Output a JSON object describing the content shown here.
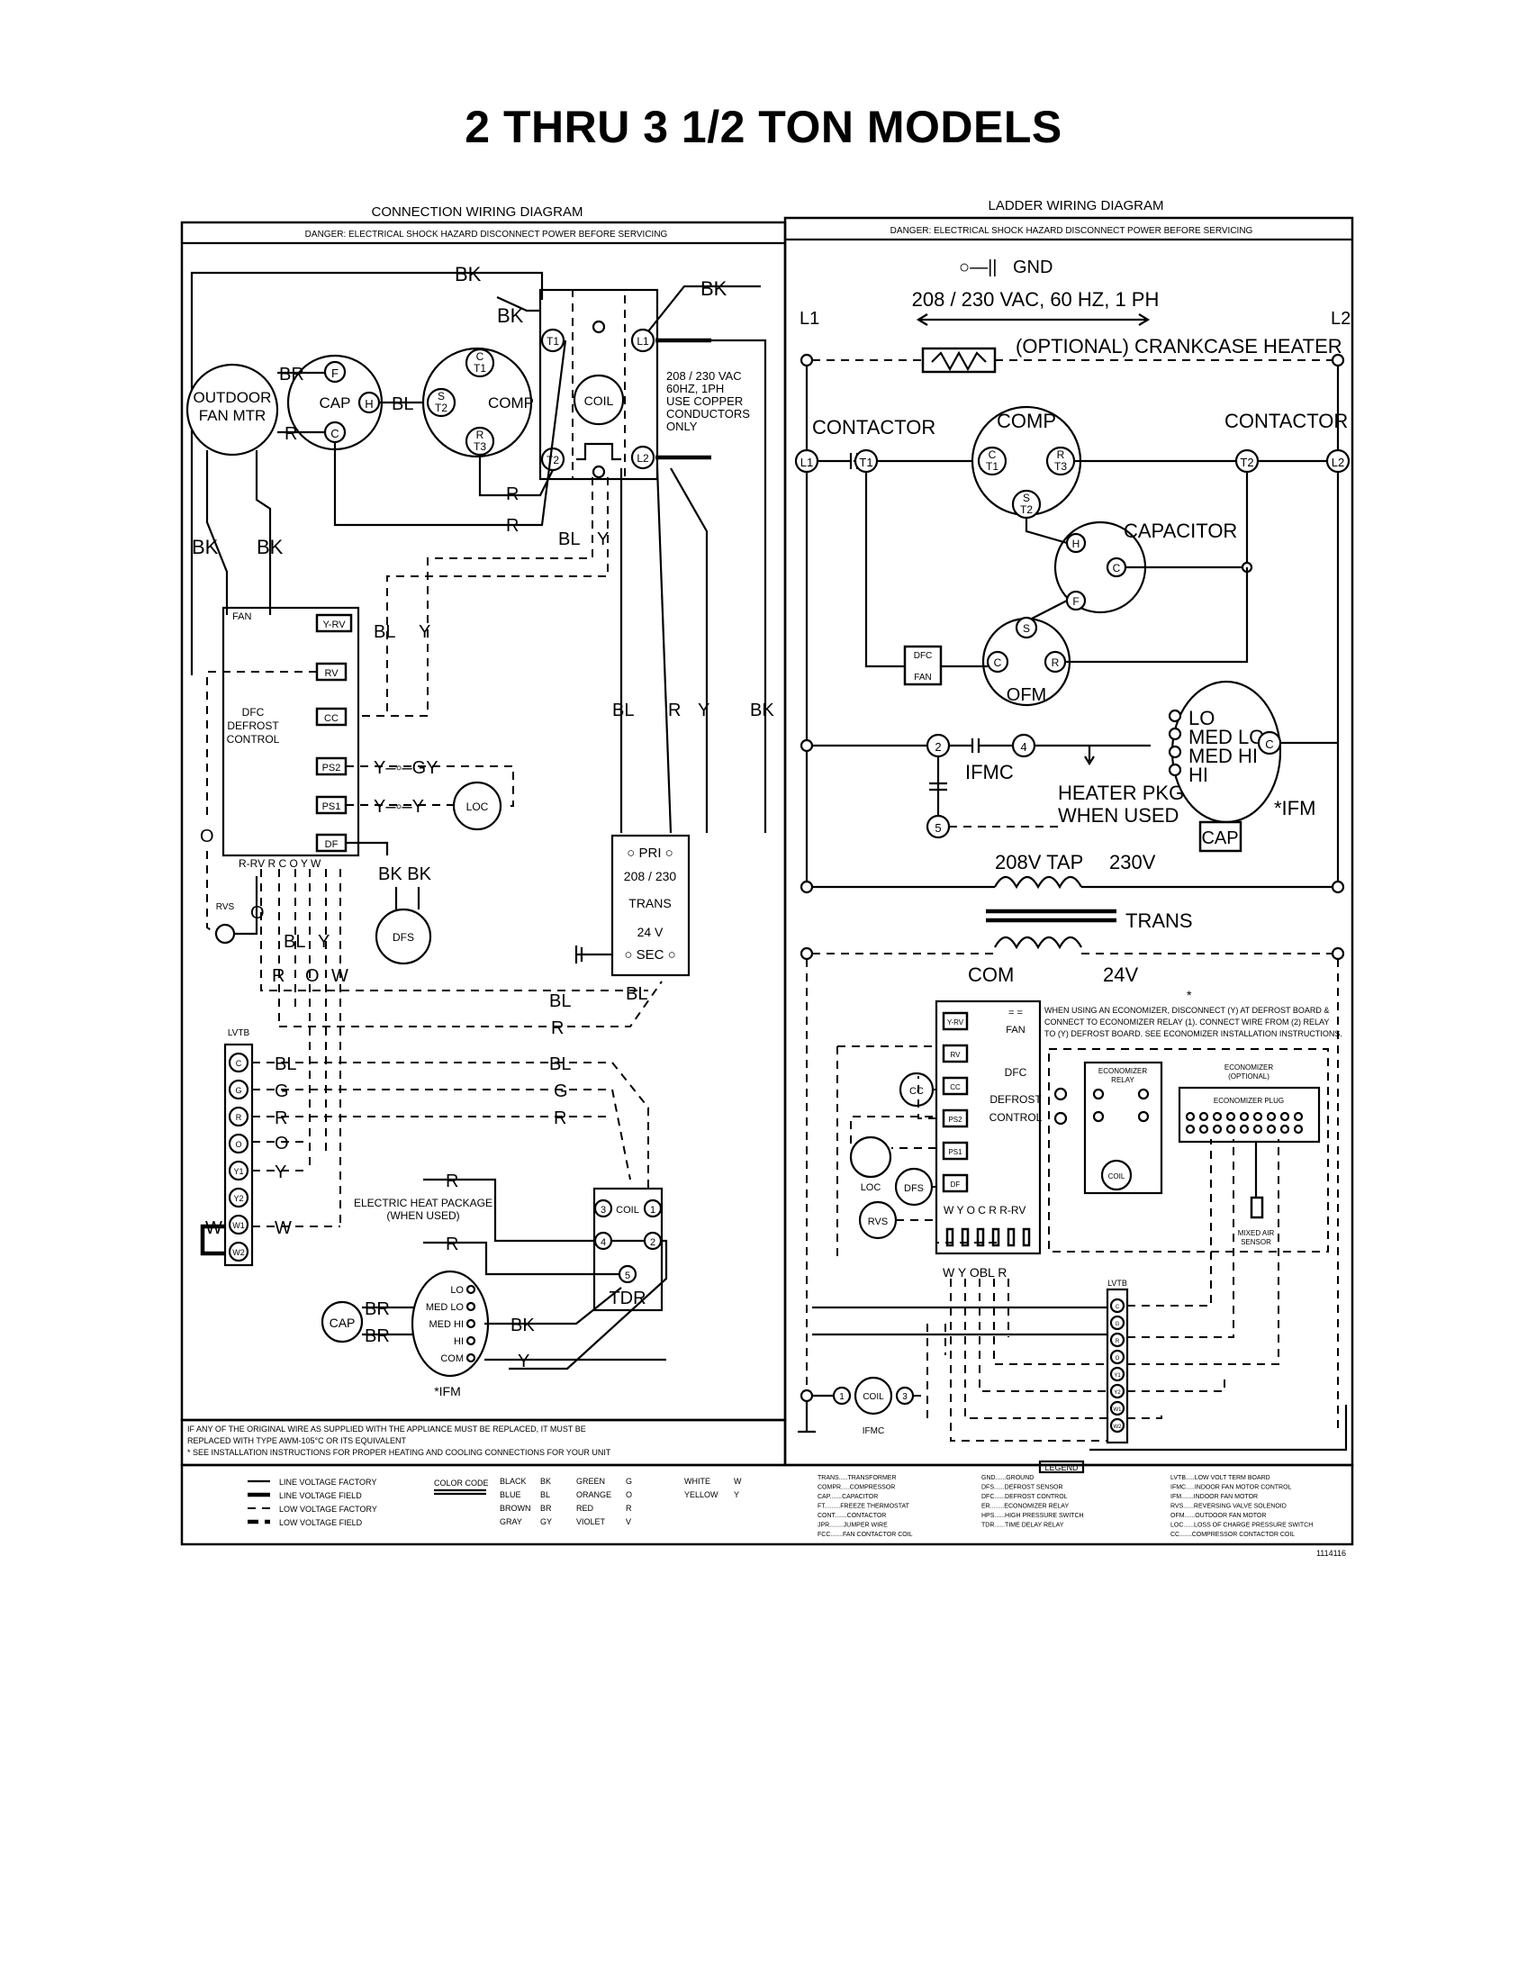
{
  "title": "2 THRU 3 1/2 TON MODELS",
  "left": {
    "heading": "CONNECTION WIRING DIAGRAM",
    "danger": "DANGER: ELECTRICAL SHOCK HAZARD DISCONNECT POWER BEFORE SERVICING",
    "outdoor_fan": "OUTDOOR\nFAN MTR",
    "cap": "CAP",
    "comp": "COMP",
    "coil": "COIL",
    "supply_note": "208 / 230 VAC\n60HZ, 1PH\nUSE COPPER\nCONDUCTORS\nONLY",
    "dfc": "DFC\nDEFROST\nCONTROL",
    "fan": "FAN",
    "yrv": "Y-RV",
    "rv": "RV",
    "cc": "CC",
    "ps2": "PS2",
    "ps1": "PS1",
    "df": "DF",
    "dfc_terminals": "R-RV  R  C  O  Y  W",
    "loc": "LOC",
    "dfs": "DFS",
    "rvs": "RVS",
    "trans_pri": "PRI",
    "trans_volt": "208 / 230",
    "trans_name": "TRANS",
    "trans_24": "24 V",
    "trans_sec": "SEC",
    "lvtb": "LVTB",
    "lvtb_terms": [
      "C",
      "G",
      "R",
      "O",
      "Y1",
      "Y2",
      "W1",
      "W2"
    ],
    "heat_pkg": "ELECTRIC HEAT PACKAGE\n(WHEN USED)",
    "tdr": "TDR",
    "ifm_speeds": [
      "LO",
      "MED LO",
      "MED HI",
      "HI",
      "COM"
    ],
    "ifm": "*IFM",
    "wire_bk": "BK",
    "wire_br": "BR",
    "wire_bl": "BL",
    "wire_r": "R",
    "wire_y": "Y",
    "wire_gy": "GY",
    "wire_g": "G",
    "wire_o": "O",
    "wire_w": "W",
    "note1": "IF ANY OF THE ORIGINAL WIRE AS SUPPLIED WITH THE APPLIANCE MUST BE REPLACED, IT MUST BE",
    "note2": "REPLACED WITH TYPE AWM-105°C OR ITS EQUIVALENT",
    "note3": "* SEE INSTALLATION INSTRUCTIONS FOR PROPER HEATING AND COOLING CONNECTIONS FOR YOUR UNIT"
  },
  "right": {
    "heading": "LADDER WIRING DIAGRAM",
    "danger": "DANGER: ELECTRICAL SHOCK HAZARD DISCONNECT POWER BEFORE SERVICING",
    "gnd": "GND",
    "supply": "208 / 230 VAC, 60 HZ, 1 PH",
    "l1": "L1",
    "l2": "L2",
    "crankcase": "(OPTIONAL) CRANKCASE HEATER",
    "contactor": "CONTACTOR",
    "comp": "COMP",
    "capacitor": "CAPACITOR",
    "ofm": "OFM",
    "ifmc": "IFMC",
    "heater_pkg": "HEATER PKG\nWHEN USED",
    "ifm_speeds": "LO\nMED LO\nMED HI\nHI",
    "ifm": "*IFM",
    "cap": "CAP",
    "tap208": "208V TAP",
    "v230": "230V",
    "trans": "TRANS",
    "com": "COM",
    "v24": "24V",
    "economizer_note": "WHEN USING AN ECONOMIZER, DISCONNECT (Y) AT DEFROST BOARD &\nCONNECT TO ECONOMIZER RELAY (1). CONNECT WIRE FROM (2) RELAY\nTO (Y) DEFROST BOARD. SEE ECONOMIZER INSTALLATION INSTRUCTIONS.",
    "econ_relay": "ECONOMIZER\nRELAY",
    "econ_opt": "ECONOMIZER\n(OPTIONAL)",
    "econ_plug": "ECONOMIZER PLUG",
    "mixed_air": "MIXED AIR\nSENSOR",
    "dfc_terms": "W Y O C R  R-RV",
    "dfc_bottom": "W Y OBL R",
    "loc": "LOC",
    "dfs": "DFS",
    "rvs": "RVS",
    "coil": "COIL",
    "ifmc2": "IFMC",
    "lvtb": "LVTB",
    "dfc_name": "DFC\nDEFROST\nCONTROL",
    "fan": "FAN",
    "dfc_fan_box": "DFC\nFAN"
  },
  "legend": {
    "lines": [
      "LINE VOLTAGE FACTORY",
      "LINE VOLTAGE FIELD",
      "LOW VOLTAGE FACTORY",
      "LOW VOLTAGE FIELD"
    ],
    "color_code": "COLOR CODE",
    "colors": [
      [
        "BLACK",
        "BK"
      ],
      [
        "BLUE",
        "BL"
      ],
      [
        "BROWN",
        "BR"
      ],
      [
        "GRAY",
        "GY"
      ],
      [
        "GREEN",
        "G"
      ],
      [
        "ORANGE",
        "O"
      ],
      [
        "RED",
        "R"
      ],
      [
        "VIOLET",
        "V"
      ],
      [
        "WHITE",
        "W"
      ],
      [
        "YELLOW",
        "Y"
      ]
    ],
    "legend_title": "LEGEND",
    "abbr_col1": [
      "TRANS.....TRANSFORMER",
      "COMPR.....COMPRESSOR",
      "CAP.......CAPACITOR",
      "FT.........FREEZE THERMOSTAT",
      "CONT.......CONTACTOR",
      "JPR........JUMPER WIRE",
      "FCC.......FAN CONTACTOR COIL"
    ],
    "abbr_col2": [
      "GND......GROUND",
      "DFS......DEFROST SENSOR",
      "DFC......DEFROST CONTROL",
      "ER........ECONOMIZER RELAY",
      "HPS......HIGH PRESSURE SWITCH",
      "TDR......TIME DELAY RELAY"
    ],
    "abbr_col3": [
      "LVTB.....LOW VOLT TERM BOARD",
      "IFMC.....INDOOR FAN MOTOR CONTROL",
      "IFM.......INDOOR FAN MOTOR",
      "RVS......REVERSING VALVE SOLENOID",
      "OFM......OUTDOOR FAN MOTOR",
      "LOC......LOSS OF CHARGE PRESSURE SWITCH",
      "CC.......COMPRESSOR CONTACTOR COIL"
    ],
    "part_no": "1114116"
  }
}
